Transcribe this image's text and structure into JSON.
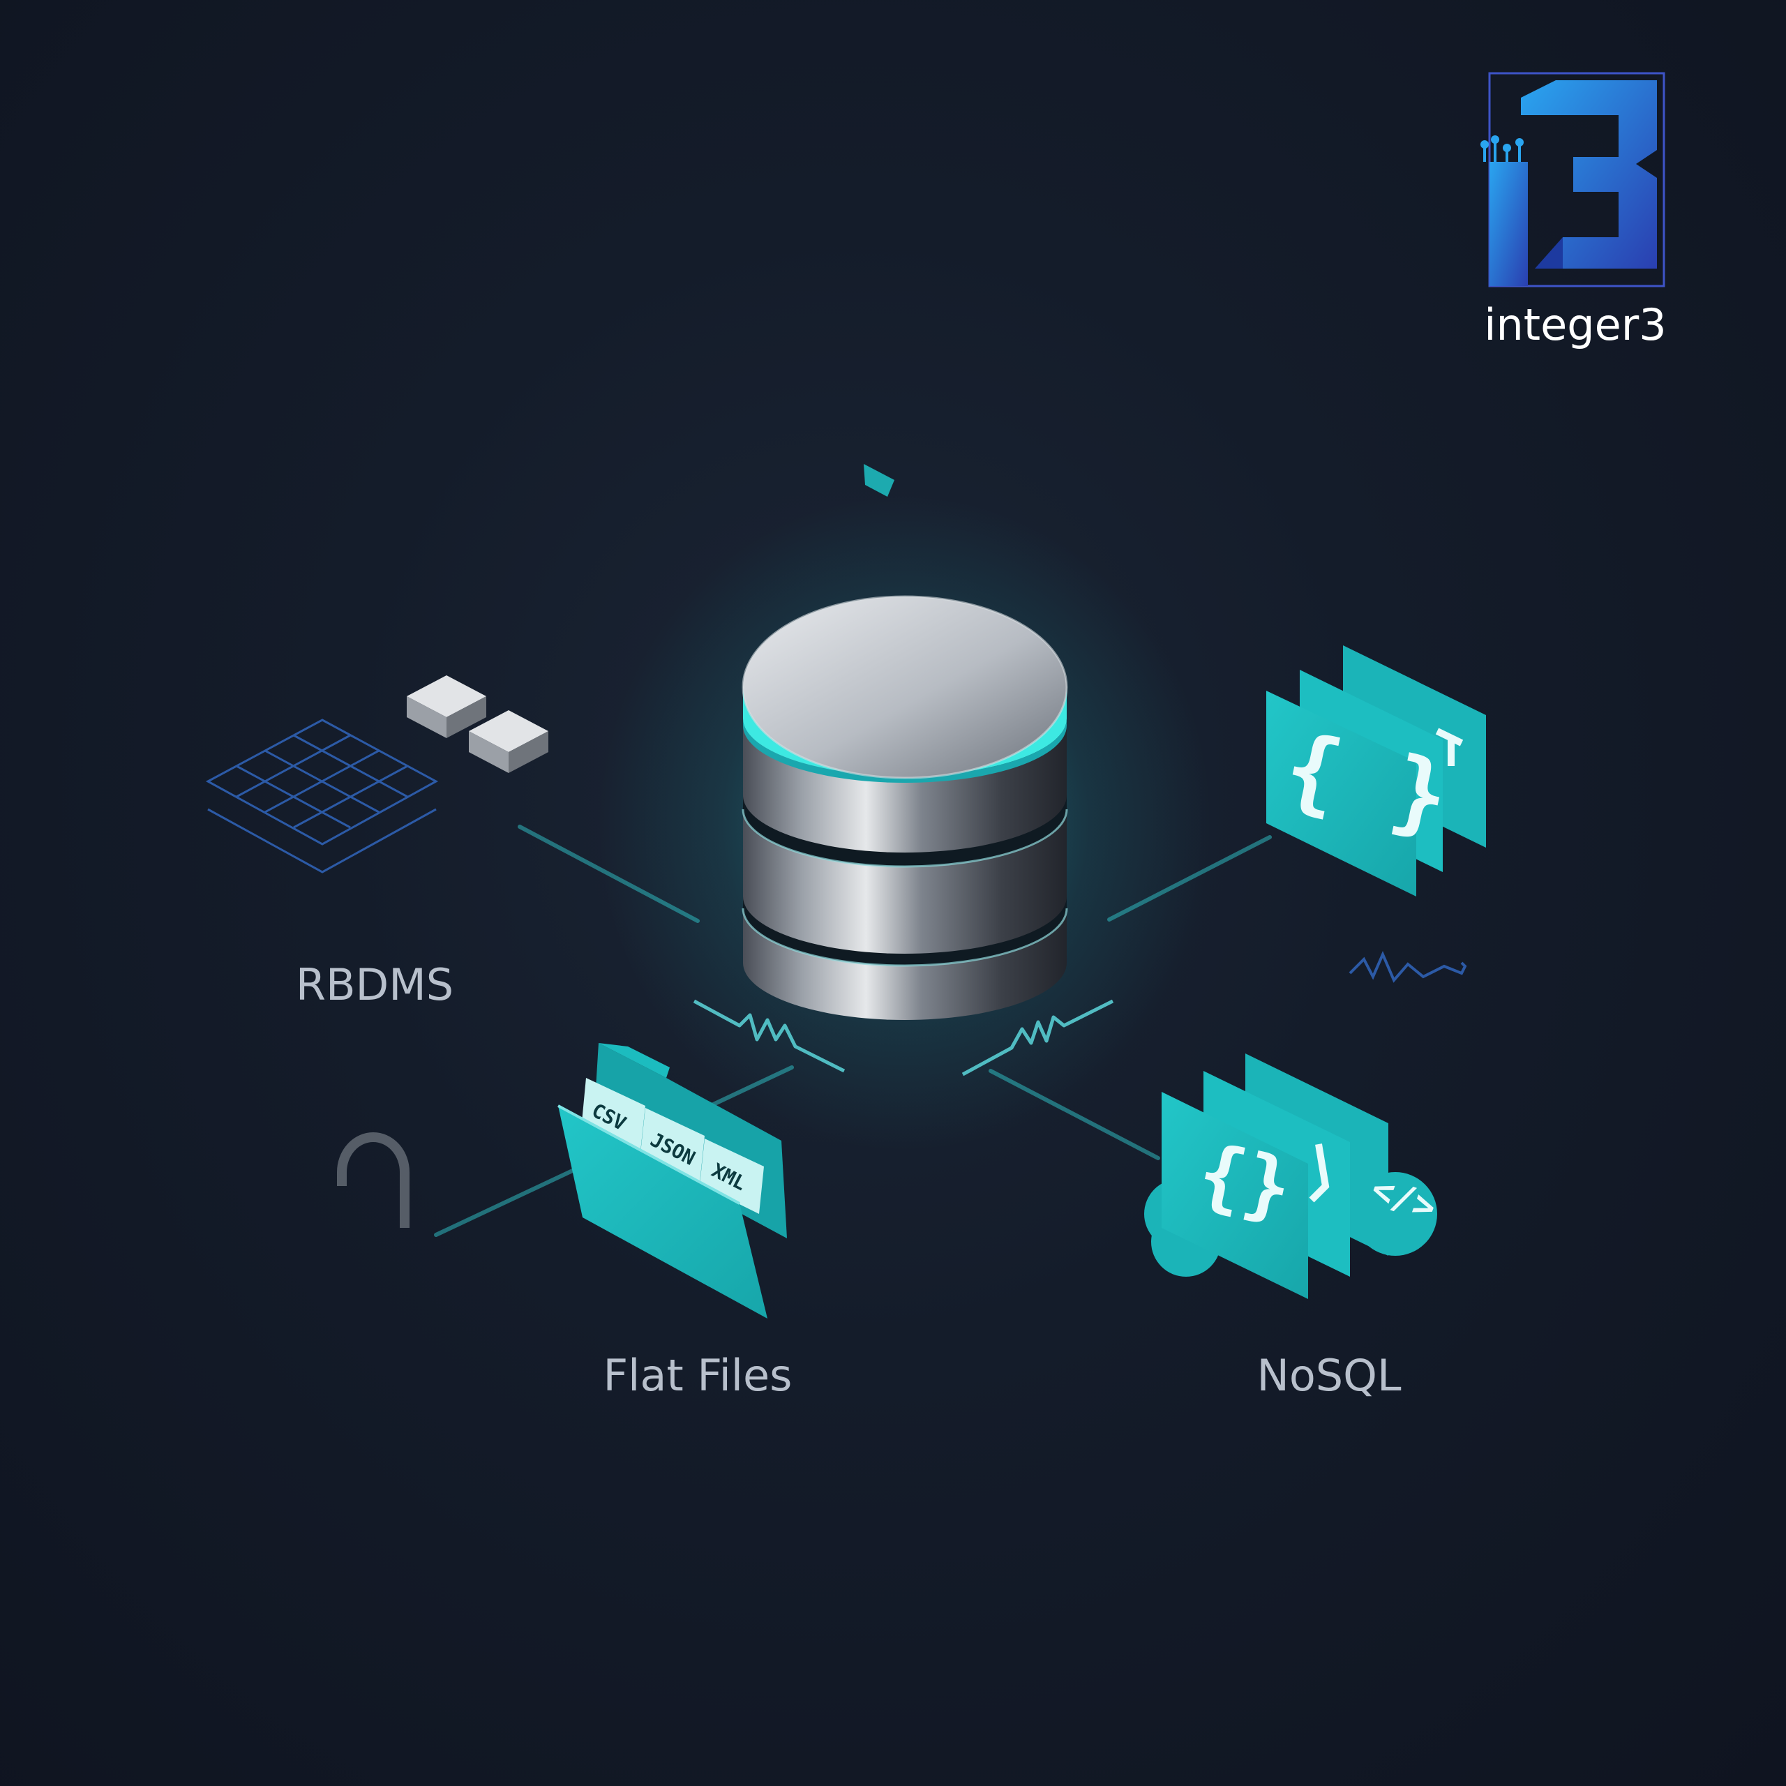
{
  "logo": {
    "mark": "i3",
    "wordmark": "integer3"
  },
  "diagram": {
    "center": {
      "name": "database",
      "icon": "database-cylinder-icon"
    },
    "nodes": [
      {
        "id": "rbdms",
        "label": "RBDMS",
        "icon": "table-grid-icon"
      },
      {
        "id": "flat-files",
        "label": "Flat Files",
        "icon": "folder-icon",
        "tabs": [
          "CSV",
          "JSON",
          "XML"
        ]
      },
      {
        "id": "nosql",
        "label": "NoSQL",
        "icon": "document-cards-icon",
        "glyphs": [
          "{ }",
          "{}",
          "</>"
        ]
      }
    ]
  },
  "colors": {
    "background": "#141c2a",
    "accent": "#1fc3c6",
    "glow": "#39ece8",
    "label": "#b8c0cc",
    "logo_blue": "#1f6fe0"
  }
}
